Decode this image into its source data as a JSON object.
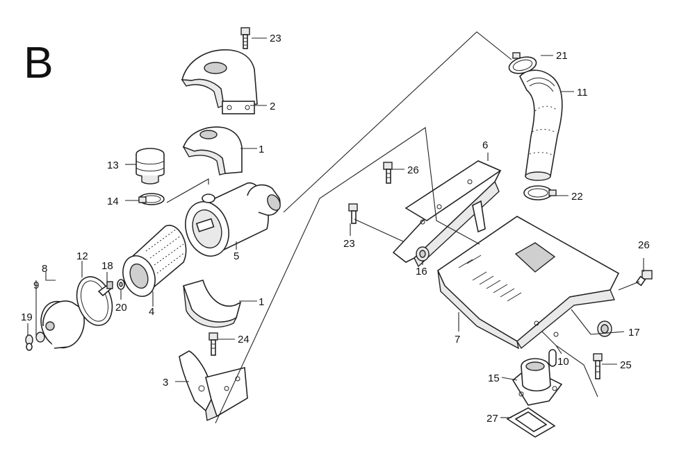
{
  "section": {
    "letter": "B"
  },
  "callouts": {
    "c1a": "1",
    "c1b": "1",
    "c2": "2",
    "c3": "3",
    "c4": "4",
    "c5": "5",
    "c6": "6",
    "c7": "7",
    "c8": "8",
    "c9": "9",
    "c10": "10",
    "c11": "11",
    "c12": "12",
    "c13": "13",
    "c14": "14",
    "c15": "15",
    "c16": "16",
    "c17": "17",
    "c18": "18",
    "c19": "19",
    "c20": "20",
    "c21": "21",
    "c22": "22",
    "c23a": "23",
    "c23b": "23",
    "c24": "24",
    "c25": "25",
    "c26a": "26",
    "c26b": "26",
    "c27": "27"
  }
}
